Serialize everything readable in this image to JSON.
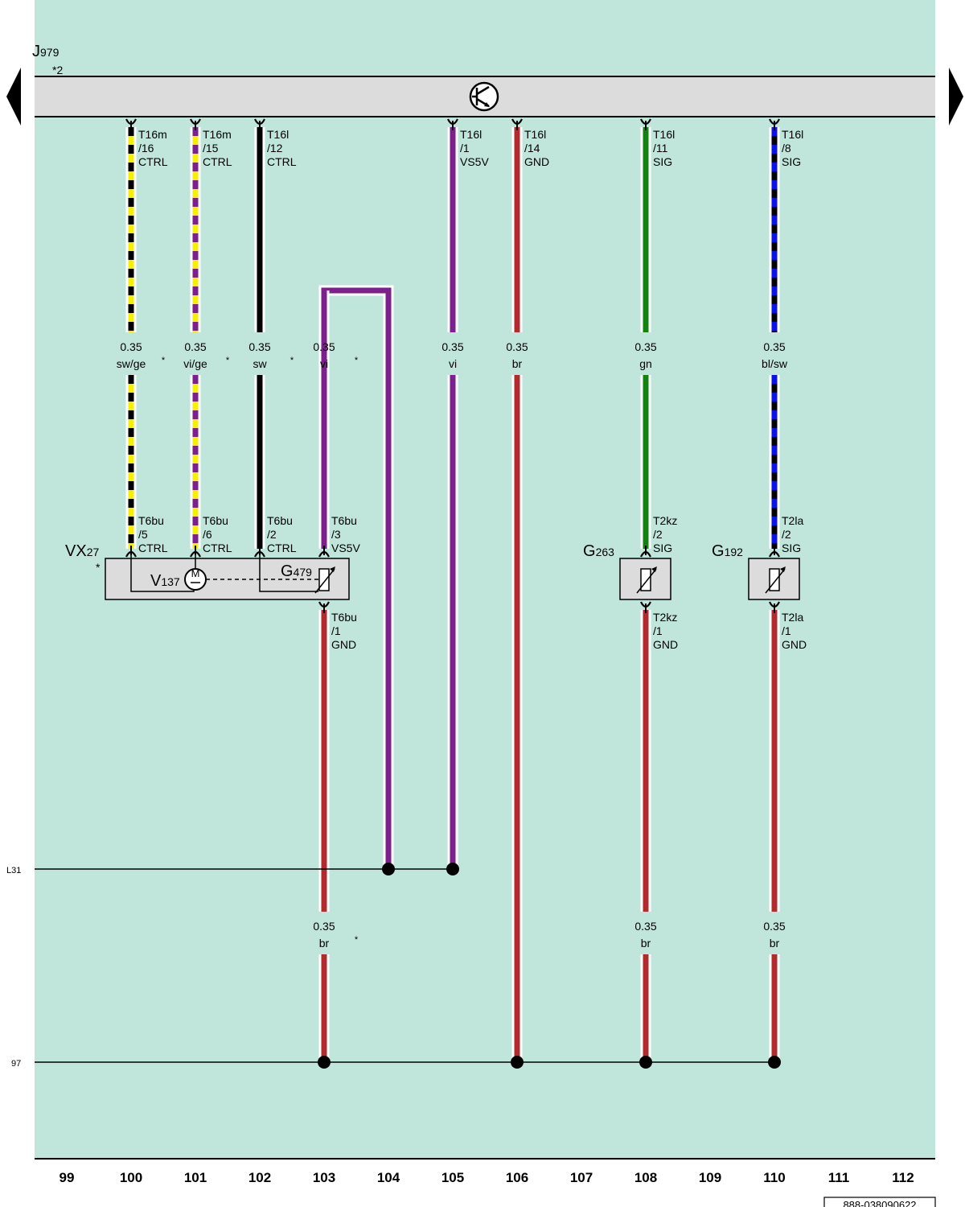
{
  "diagram": {
    "module": {
      "name": "J",
      "sub": "979",
      "footnote": "*2"
    },
    "components": {
      "vx27": {
        "name": "VX",
        "sub": "27",
        "star": "*"
      },
      "v137": {
        "name": "V",
        "sub": "137",
        "motor_letter": "M"
      },
      "g479": {
        "name": "G",
        "sub": "479"
      },
      "g263": {
        "name": "G",
        "sub": "263"
      },
      "g192": {
        "name": "G",
        "sub": "192"
      }
    },
    "wires": [
      {
        "id": "w100",
        "top_pin": [
          "T16m",
          "/16",
          "CTRL"
        ],
        "gauge": "0.35",
        "color_code": "sw/ge",
        "bottom_pin": [
          "T6bu",
          "/5",
          "CTRL"
        ],
        "star": "*"
      },
      {
        "id": "w101",
        "top_pin": [
          "T16m",
          "/15",
          "CTRL"
        ],
        "gauge": "0.35",
        "color_code": "vi/ge",
        "bottom_pin": [
          "T6bu",
          "/6",
          "CTRL"
        ],
        "star": "*"
      },
      {
        "id": "w102",
        "top_pin": [
          "T16l",
          "/12",
          "CTRL"
        ],
        "gauge": "0.35",
        "color_code": "sw",
        "bottom_pin": [
          "T6bu",
          "/2",
          "CTRL"
        ],
        "star": "*"
      },
      {
        "id": "w103",
        "top_pin": [],
        "gauge": "0.35",
        "color_code": "vi",
        "bottom_pin": [
          "T6bu",
          "/3",
          "VS5V"
        ],
        "star": "*"
      },
      {
        "id": "w105",
        "top_pin": [
          "T16l",
          "/1",
          "VS5V"
        ],
        "gauge": "0.35",
        "color_code": "vi",
        "bottom_pin": [],
        "star": ""
      },
      {
        "id": "w106",
        "top_pin": [
          "T16l",
          "/14",
          "GND"
        ],
        "gauge": "0.35",
        "color_code": "br",
        "bottom_pin": [],
        "star": ""
      },
      {
        "id": "w108",
        "top_pin": [
          "T16l",
          "/11",
          "SIG"
        ],
        "gauge": "0.35",
        "color_code": "gn",
        "bottom_pin": [
          "T2kz",
          "/2",
          "SIG"
        ],
        "star": ""
      },
      {
        "id": "w110",
        "top_pin": [
          "T16l",
          "/8",
          "SIG"
        ],
        "gauge": "0.35",
        "color_code": "bl/sw",
        "bottom_pin": [
          "T2la",
          "/2",
          "SIG"
        ],
        "star": ""
      }
    ],
    "lower_wires": [
      {
        "id": "l103",
        "pin": [
          "T6bu",
          "/1",
          "GND"
        ],
        "gauge": "0.35",
        "color_code": "br",
        "star": "*"
      },
      {
        "id": "l108",
        "pin": [
          "T2kz",
          "/1",
          "GND"
        ],
        "gauge": "0.35",
        "color_code": "br",
        "star": ""
      },
      {
        "id": "l110",
        "pin": [
          "T2la",
          "/1",
          "GND"
        ],
        "gauge": "0.35",
        "color_code": "br",
        "star": ""
      }
    ],
    "bus_labels": {
      "l31": "L31",
      "ground": "97"
    },
    "axis_numbers": [
      "99",
      "100",
      "101",
      "102",
      "103",
      "104",
      "105",
      "106",
      "107",
      "108",
      "109",
      "110",
      "111",
      "112"
    ],
    "doc_id": "888-038090622",
    "colors": {
      "background": "#c0e5da",
      "module_bar": "#dcdcdc",
      "violet": "#7d1f8c",
      "brown": "#b22a2c",
      "green": "#118311",
      "blue": "#0a12e8",
      "yellow": "#f5ef00",
      "black": "#000000"
    }
  }
}
